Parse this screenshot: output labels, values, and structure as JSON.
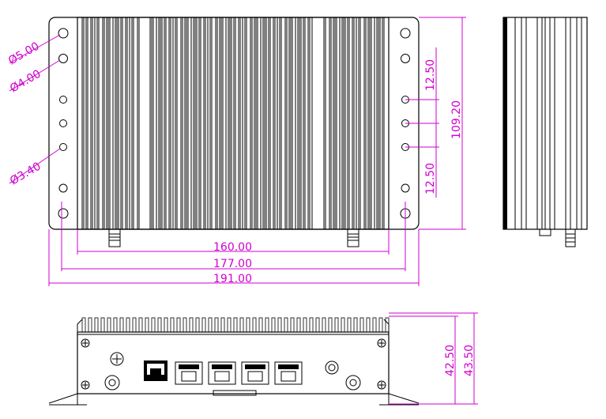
{
  "dimensions": {
    "hole_d_large": "Ø5.00",
    "hole_d_medium": "Ø4.00",
    "hole_d_small": "Ø3.40",
    "pitch_top": "12.50",
    "pitch_bottom": "12.50",
    "height_total": "109.20",
    "width_inner": "160.00",
    "width_mid": "177.00",
    "width_outer": "191.00",
    "front_height_body": "42.50",
    "front_height_total": "43.50"
  },
  "colors": {
    "dimension": "#d000d0",
    "outline": "#000000"
  },
  "views": [
    "top-view",
    "side-view",
    "front-view"
  ]
}
